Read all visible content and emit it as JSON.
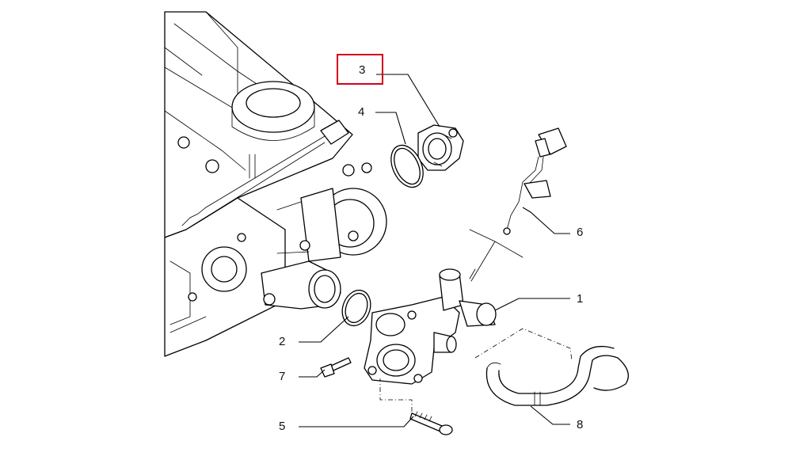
{
  "callouts": [
    {
      "id": "1",
      "label": "1"
    },
    {
      "id": "2",
      "label": "2"
    },
    {
      "id": "3",
      "label": "3",
      "highlighted": true
    },
    {
      "id": "4",
      "label": "4"
    },
    {
      "id": "5",
      "label": "5"
    },
    {
      "id": "6",
      "label": "6"
    },
    {
      "id": "7",
      "label": "7"
    },
    {
      "id": "8",
      "label": "8"
    }
  ],
  "colors": {
    "highlight": "#d0021b",
    "line": "#000000",
    "background": "#ffffff"
  }
}
